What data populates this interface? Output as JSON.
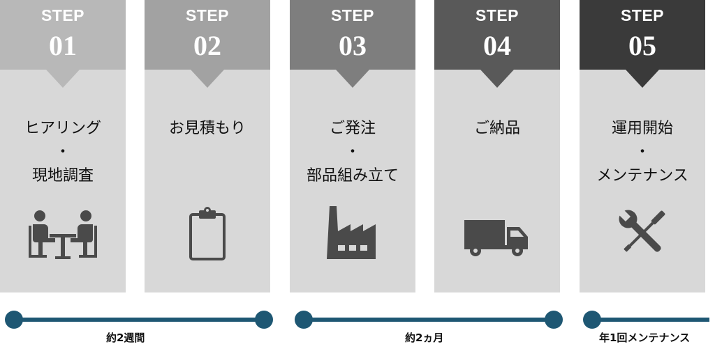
{
  "steps": [
    {
      "word": "STEP",
      "num": "01",
      "lines": [
        "ヒアリング",
        "・",
        "現地調査"
      ],
      "icon": "meeting-icon",
      "color": "#b8b8b8"
    },
    {
      "word": "STEP",
      "num": "02",
      "lines": [
        "お見積もり"
      ],
      "icon": "clipboard-icon",
      "color": "#a2a2a2"
    },
    {
      "word": "STEP",
      "num": "03",
      "lines": [
        "ご発注",
        "・",
        "部品組み立て"
      ],
      "icon": "factory-icon",
      "color": "#7e7e7e"
    },
    {
      "word": "STEP",
      "num": "04",
      "lines": [
        "ご納品"
      ],
      "icon": "truck-icon",
      "color": "#595959"
    },
    {
      "word": "STEP",
      "num": "05",
      "lines": [
        "運用開始",
        "・",
        "メンテナンス"
      ],
      "icon": "tools-icon",
      "color": "#3a3a3a"
    }
  ],
  "timeline": [
    {
      "label": "約2週間"
    },
    {
      "label": "約2ヵ月"
    },
    {
      "label": "年1回メンテナンス"
    }
  ],
  "colors": {
    "panel": "#d8d8d8",
    "timeline": "#1e5773",
    "icon": "#4a4a4a"
  }
}
